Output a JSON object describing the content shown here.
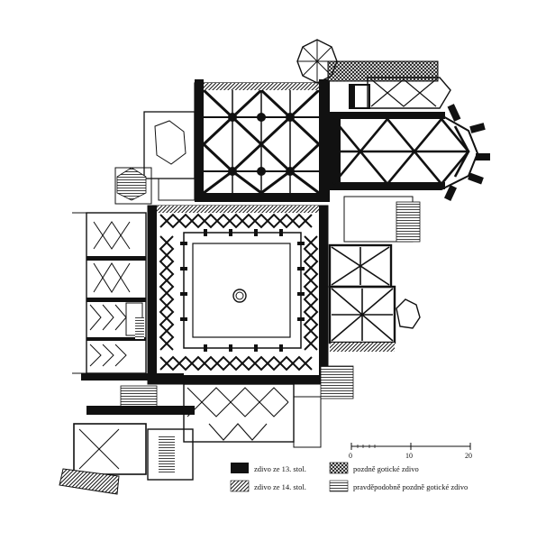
{
  "scale_bar": {
    "ticks": [
      "0",
      "10",
      "20"
    ]
  },
  "legend": {
    "items": [
      {
        "label": "zdivo ze 13. stol.",
        "swatch": "black"
      },
      {
        "label": "zdivo ze 14. stol.",
        "swatch": "dark-hatch"
      },
      {
        "label": "pozdně gotické zdivo",
        "swatch": "cross-hatch"
      },
      {
        "label": "pravděpodobně pozdně gotické zdivo",
        "swatch": "light-hatch"
      }
    ]
  },
  "colors": {
    "wall": "#111111",
    "paper": "#ffffff",
    "line": "#222222"
  }
}
